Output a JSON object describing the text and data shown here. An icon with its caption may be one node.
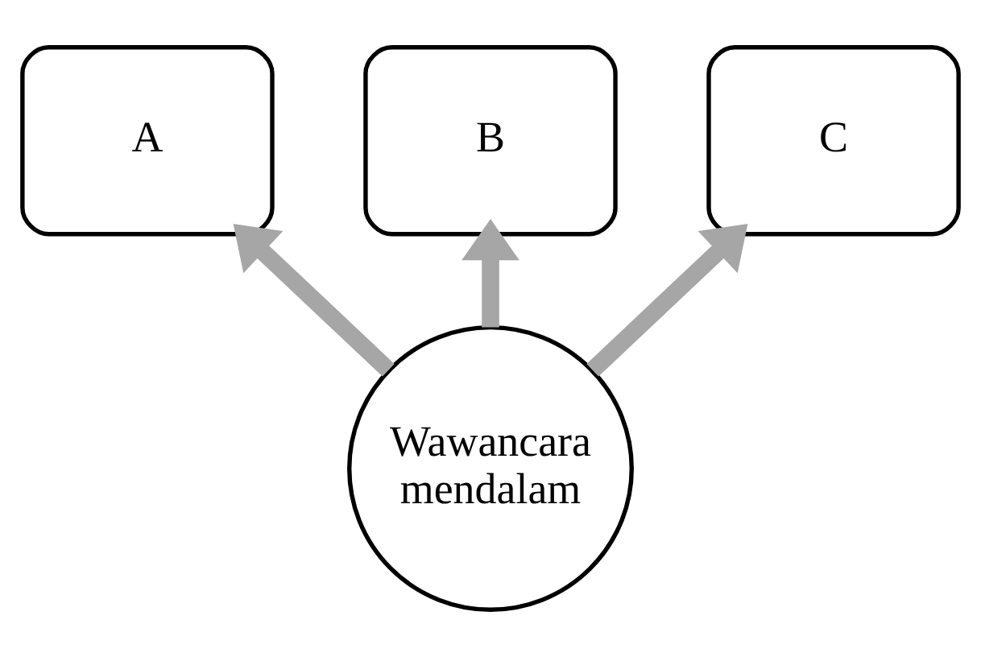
{
  "diagram": {
    "nodes": [
      {
        "text": [
          "A"
        ]
      },
      {
        "text": [
          "B"
        ]
      },
      {
        "text": [
          "C"
        ]
      },
      {
        "text": [
          "Wawancara mendalam"
        ]
      }
    ],
    "edges": [
      {
        "from": 3,
        "to": 0,
        "arrow": "to"
      },
      {
        "from": 3,
        "to": 1,
        "arrow": "to"
      },
      {
        "from": 3,
        "to": 2,
        "arrow": "to"
      }
    ]
  }
}
